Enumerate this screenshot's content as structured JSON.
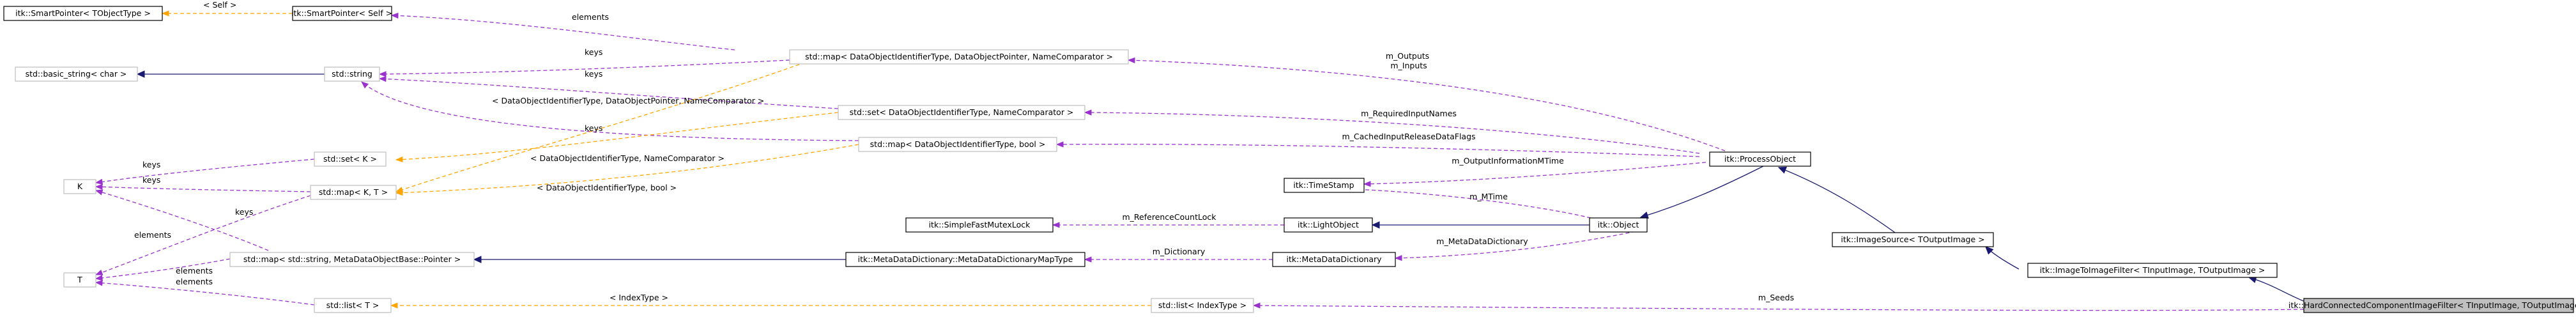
{
  "nodes": {
    "smartpointer_tobjecttype": "itk::SmartPointer< TObjectType >",
    "smartpointer_self": "itk::SmartPointer< Self >",
    "basic_string": "std::basic_string< char >",
    "std_string": "std::string",
    "map_dataobject": "std::map< DataObjectIdentifierType, DataObjectPointer, NameComparator >",
    "set_dataobject": "std::set< DataObjectIdentifierType, NameComparator >",
    "map_bool": "std::map< DataObjectIdentifierType, bool >",
    "set_k": "std::set< K >",
    "k": "K",
    "map_kt": "std::map< K, T >",
    "t": "T",
    "map_metadata": "std::map< std::string, MetaDataObjectBase::Pointer >",
    "list_t": "std::list< T >",
    "timestamp": "itk::TimeStamp",
    "simplefastmutexlock": "itk::SimpleFastMutexLock",
    "lightobject": "itk::LightObject",
    "metadatadictionarymaptype": "itk::MetaDataDictionary::MetaDataDictionaryMapType",
    "metadatadictionary": "itk::MetaDataDictionary",
    "processobject": "itk::ProcessObject",
    "object": "itk::Object",
    "imagesource": "itk::ImageSource< TOutputImage >",
    "imagetoimagefilter": "itk::ImageToImageFilter< TInputImage, TOutputImage >",
    "list_indextype": "std::list< IndexType >",
    "hardconnected": "itk::HardConnectedComponentImageFilter< TInputImage, TOutputImage >"
  },
  "edges": {
    "self": "< Self >",
    "elements_smartpointer": "elements",
    "keys_map_dataobject": "keys",
    "keys_set_dataobject": "keys",
    "tmpl_map_kt_dataobject": "< DataObjectIdentifierType, DataObjectPointer, NameComparator >",
    "keys_map_bool": "keys",
    "tmpl_set_k": "< DataObjectIdentifierType, NameComparator >",
    "tmpl_map_kt_bool": "< DataObjectIdentifierType, bool >",
    "keys_set_k_to_k": "keys",
    "keys_map_kt_to_k": "keys",
    "keys_map_metadata_to_k": "keys",
    "elements_map_kt_to_t": "elements",
    "elements_map_metadata_to_t": "elements",
    "elements_list_to_t": "elements",
    "outputs_inputs": "m_Outputs\nm_Inputs",
    "required_input_names": "m_RequiredInputNames",
    "cached_input_release": "m_CachedInputReleaseDataFlags",
    "output_information_mtime": "m_OutputInformationMTime",
    "reference_count_lock": "m_ReferenceCountLock",
    "mtime": "m_MTime",
    "metadatadictionary_member": "m_MetaDataDictionary",
    "dictionary": "m_Dictionary",
    "tmpl_indextype": "< IndexType >",
    "seeds": "m_Seeds"
  },
  "colors": {
    "usage_edge": "#9a32cd",
    "template_edge": "#ffa500",
    "inheritance_edge": "#191970",
    "dimmed_border": "#bfbfbf",
    "focus_fill": "#bfbfbf"
  }
}
